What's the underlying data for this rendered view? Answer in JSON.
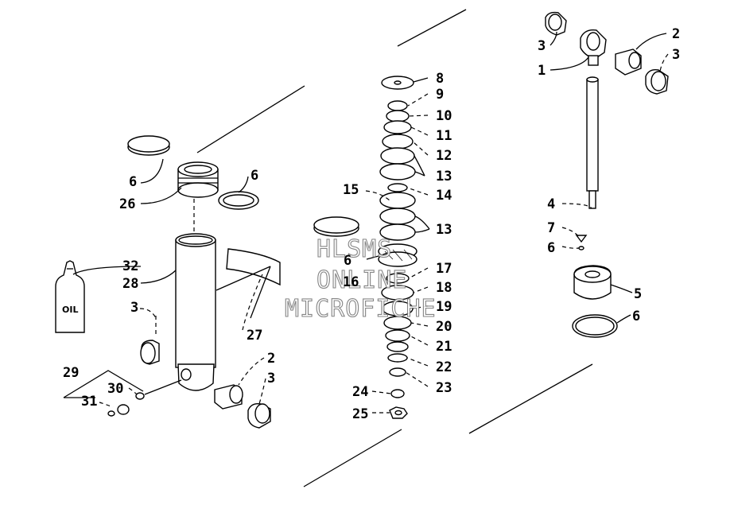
{
  "watermark": [
    "HLSMS",
    "ONLINE",
    "MICROFICHE"
  ],
  "oil_label": "OIL",
  "callouts": [
    {
      "id": "c32",
      "text": "32"
    },
    {
      "id": "c28",
      "text": "28"
    },
    {
      "id": "c3a",
      "text": "3"
    },
    {
      "id": "c27",
      "text": "27"
    },
    {
      "id": "c29",
      "text": "29"
    },
    {
      "id": "c30",
      "text": "30"
    },
    {
      "id": "c31",
      "text": "31"
    },
    {
      "id": "c2a",
      "text": "2"
    },
    {
      "id": "c3b",
      "text": "3"
    },
    {
      "id": "c6a",
      "text": "6"
    },
    {
      "id": "c26",
      "text": "26"
    },
    {
      "id": "c6b",
      "text": "6"
    },
    {
      "id": "c8",
      "text": "8"
    },
    {
      "id": "c9",
      "text": "9"
    },
    {
      "id": "c10",
      "text": "10"
    },
    {
      "id": "c11",
      "text": "11"
    },
    {
      "id": "c12",
      "text": "12"
    },
    {
      "id": "c13a",
      "text": "13"
    },
    {
      "id": "c14",
      "text": "14"
    },
    {
      "id": "c15",
      "text": "15"
    },
    {
      "id": "c13b",
      "text": "13"
    },
    {
      "id": "c6c",
      "text": "6"
    },
    {
      "id": "c16",
      "text": "16"
    },
    {
      "id": "c17",
      "text": "17"
    },
    {
      "id": "c18",
      "text": "18"
    },
    {
      "id": "c19",
      "text": "19"
    },
    {
      "id": "c20",
      "text": "20"
    },
    {
      "id": "c21",
      "text": "21"
    },
    {
      "id": "c22",
      "text": "22"
    },
    {
      "id": "c23",
      "text": "23"
    },
    {
      "id": "c24",
      "text": "24"
    },
    {
      "id": "c25",
      "text": "25"
    },
    {
      "id": "c3c",
      "text": "3"
    },
    {
      "id": "c1",
      "text": "1"
    },
    {
      "id": "c2b",
      "text": "2"
    },
    {
      "id": "c3d",
      "text": "3"
    },
    {
      "id": "c4",
      "text": "4"
    },
    {
      "id": "c7",
      "text": "7"
    },
    {
      "id": "c6d",
      "text": "6"
    },
    {
      "id": "c5",
      "text": "5"
    },
    {
      "id": "c6e",
      "text": "6"
    }
  ]
}
